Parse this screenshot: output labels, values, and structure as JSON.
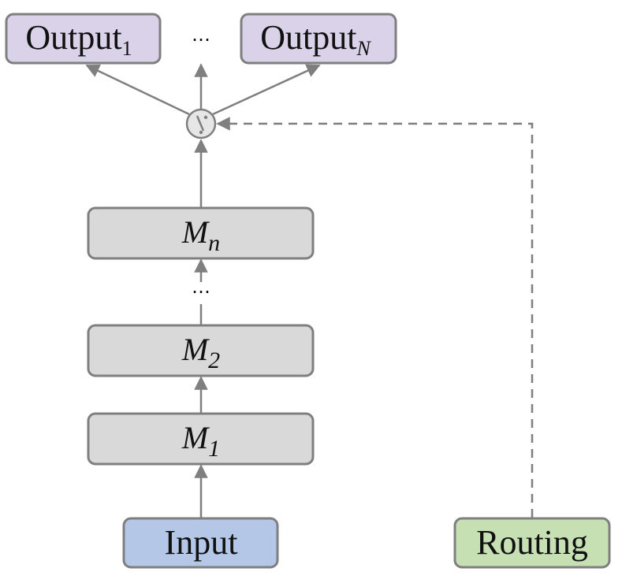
{
  "nodes": {
    "output_first": {
      "label": "Output",
      "subscript": "1"
    },
    "output_ellipsis": "⋯",
    "output_last": {
      "label": "Output",
      "subscript": "N"
    },
    "layer_n": {
      "base": "M",
      "subscript": "n"
    },
    "layer_ellipsis": "⋯",
    "layer_2": {
      "base": "M",
      "subscript": "2"
    },
    "layer_1": {
      "base": "M",
      "subscript": "1"
    },
    "input": "Input",
    "routing": "Routing"
  },
  "colors": {
    "output_fill": "#d9d2e9",
    "layer_fill": "#d9d9d9",
    "input_fill": "#b4c7e7",
    "routing_fill": "#c6e0b4",
    "stroke": "#7f7f7f",
    "arrow": "#7f7f7f",
    "switch_fill": "#e6e6e6"
  }
}
